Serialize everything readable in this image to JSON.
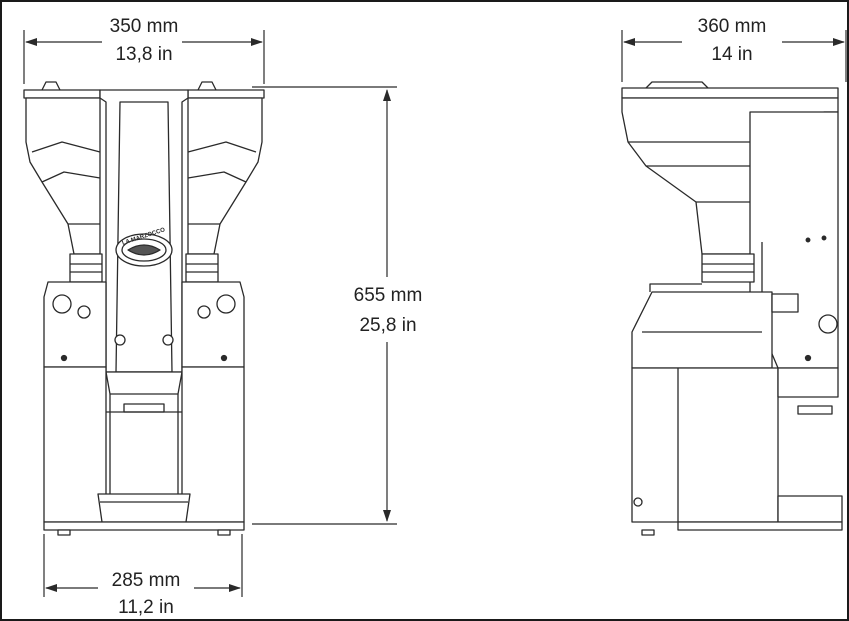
{
  "dimensions": {
    "width_top": {
      "metric": "350 mm",
      "imperial": "13,8 in"
    },
    "height": {
      "metric": "655 mm",
      "imperial": "25,8 in"
    },
    "width_base": {
      "metric": "285 mm",
      "imperial": "11,2 in"
    },
    "depth_side": {
      "metric": "360 mm",
      "imperial": "14 in"
    }
  },
  "logo": {
    "text": "LA MARZOCCO"
  },
  "colors": {
    "line": "#2a2a2a",
    "shade": "#d9d9d9",
    "dark": "#555555"
  }
}
